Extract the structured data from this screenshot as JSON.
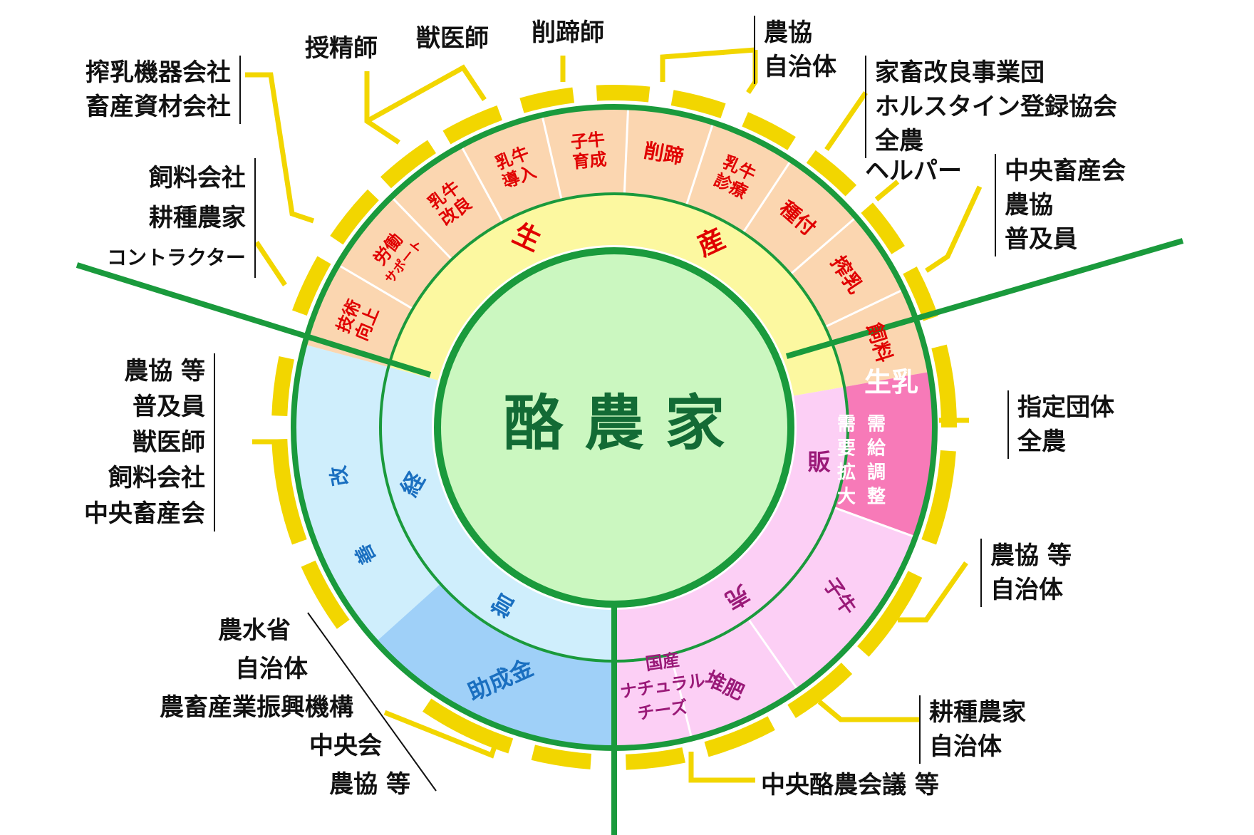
{
  "center": "酪農家",
  "inner_ring": {
    "production": [
      "生",
      "産"
    ],
    "management": [
      "経",
      "営"
    ],
    "sales": [
      "販",
      "売"
    ]
  },
  "production_items": [
    {
      "lines": [
        "飼料"
      ]
    },
    {
      "lines": [
        "搾乳"
      ]
    },
    {
      "lines": [
        "種付"
      ]
    },
    {
      "lines": [
        "乳牛",
        "診療"
      ]
    },
    {
      "lines": [
        "削蹄"
      ]
    },
    {
      "lines": [
        "子牛",
        "育成"
      ]
    },
    {
      "lines": [
        "乳牛",
        "導入"
      ]
    },
    {
      "lines": [
        "乳牛",
        "改良"
      ]
    },
    {
      "lines": [
        "労働",
        "サポート"
      ]
    },
    {
      "lines": [
        "技術",
        "向上"
      ]
    }
  ],
  "management_items": {
    "improvement": [
      "改",
      "善"
    ],
    "subsidy": "助成金"
  },
  "sales_items": {
    "milk": "生乳",
    "milk_sub_1": [
      "需",
      "給",
      "調",
      "整"
    ],
    "milk_sub_2": [
      "需",
      "要",
      "拡",
      "大"
    ],
    "calf": "子牛",
    "manure": "堆肥",
    "cheese": [
      "国産",
      "ナチュラル",
      "チーズ"
    ]
  },
  "outer_labels": {
    "milking_equipment": [
      "搾乳機器会社",
      "畜産資材会社"
    ],
    "inseminator": "授精師",
    "vet": "獣医師",
    "hoof": "削蹄師",
    "noukyo_jichitai": [
      "農協",
      "自治体"
    ],
    "breeding": [
      "家畜改良事業団",
      "ホルスタイン登録協会",
      "全農"
    ],
    "helper": "ヘルパー",
    "central_top": [
      "中央畜産会",
      "農協",
      "普及員"
    ],
    "feed_left": [
      "飼料会社",
      "耕種農家",
      "コントラクター"
    ],
    "management_left": [
      "農協 等",
      "普及員",
      "獣医師",
      "飼料会社",
      "中央畜産会"
    ],
    "subsidy_left": [
      "農水省",
      "自治体",
      "農畜産業振興機構",
      "中央会",
      "農協 等"
    ],
    "designated": [
      "指定団体",
      "全農"
    ],
    "calf_right": [
      "農協 等",
      "自治体"
    ],
    "manure_right": [
      "耕種農家",
      "自治体"
    ],
    "cheese_bottom": "中央酪農会議 等"
  },
  "colors": {
    "green": "#1a9a3c",
    "yellow": "#f2d600",
    "production_fill": "#fcf8a0",
    "item_fill": "#fbd6b0",
    "management_fill": "#cfeefc",
    "subsidy_fill": "#9fd0f8",
    "sales_fill": "#fccff5",
    "milk_fill": "#f77ab8",
    "center_fill": "#cbf7c0",
    "red_text": "#e00000",
    "blue_text": "#1a6fc0",
    "purple_text": "#9a1a78",
    "dark_green_text": "#136b35"
  }
}
